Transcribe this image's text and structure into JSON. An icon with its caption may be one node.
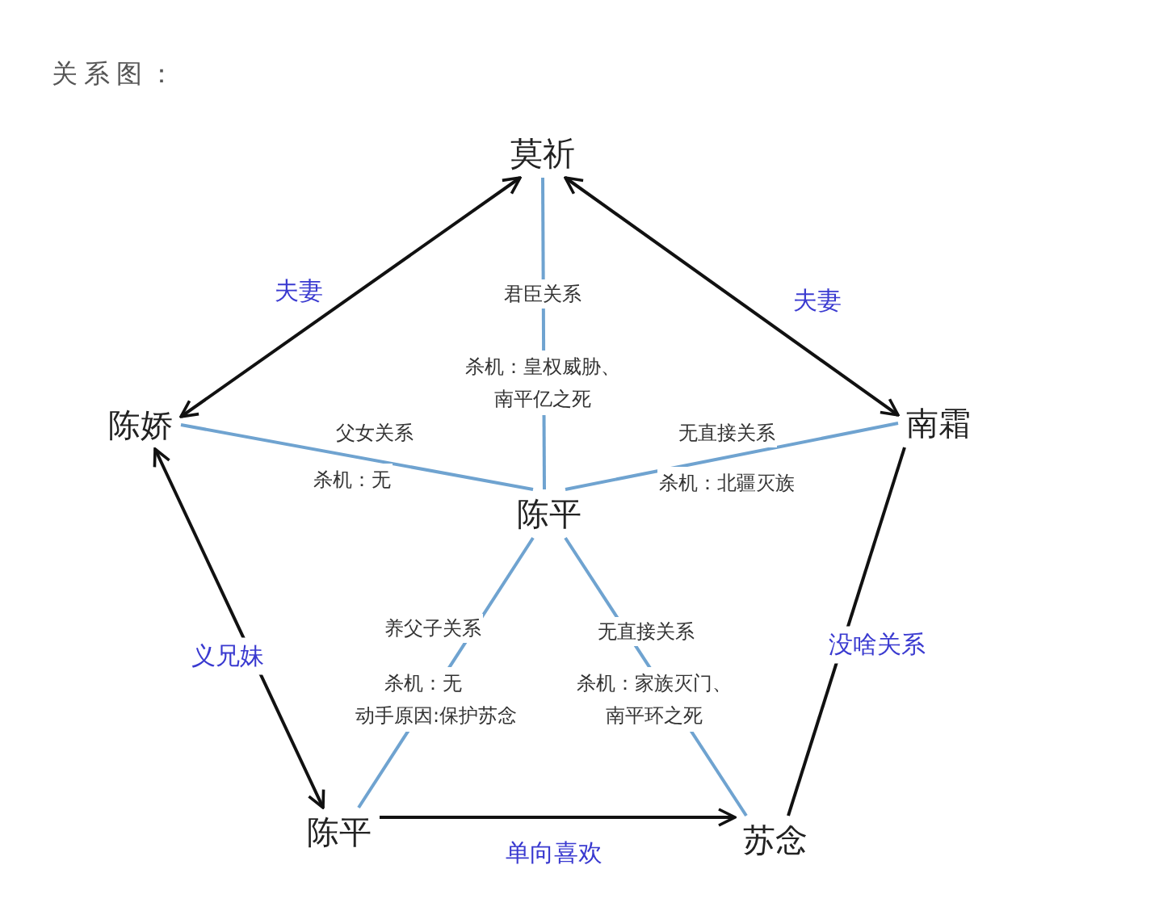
{
  "diagram": {
    "title": "关系图：",
    "nodes": [
      {
        "text": [
          "莫祈"
        ]
      },
      {
        "text": [
          "陈娇"
        ]
      },
      {
        "text": [
          "陈平"
        ]
      },
      {
        "text": [
          "南霜"
        ]
      },
      {
        "text": [
          "陈平"
        ]
      },
      {
        "text": [
          "苏念"
        ]
      }
    ],
    "edges": [
      {
        "from": 2,
        "to": 0,
        "arrow": "none",
        "label": "君臣关系",
        "color": "#6fa3d0"
      },
      {
        "from": 2,
        "to": 1,
        "arrow": "none",
        "label": "父女关系",
        "color": "#6fa3d0"
      },
      {
        "from": 2,
        "to": 3,
        "arrow": "none",
        "label": "无直接关系",
        "color": "#6fa3d0"
      },
      {
        "from": 2,
        "to": 4,
        "arrow": "none",
        "label": "养父子关系",
        "color": "#6fa3d0"
      },
      {
        "from": 2,
        "to": 5,
        "arrow": "none",
        "label": "无直接关系",
        "color": "#6fa3d0"
      },
      {
        "from": 1,
        "to": 0,
        "arrow": "both",
        "label": "夫妻",
        "color": "#111111"
      },
      {
        "from": 0,
        "to": 3,
        "arrow": "both",
        "label": "夫妻",
        "color": "#111111"
      },
      {
        "from": 3,
        "to": 5,
        "arrow": "none",
        "label": "没啥关系",
        "color": "#111111"
      },
      {
        "from": 4,
        "to": 5,
        "arrow": "to",
        "label": "单向喜欢",
        "color": "#111111"
      },
      {
        "from": 1,
        "to": 4,
        "arrow": "both",
        "label": "义兄妹",
        "color": "#111111"
      }
    ],
    "labels": [
      "杀机：皇权威胁、南平亿之死",
      "杀机：无",
      "杀机：北疆灭族",
      "杀机：无",
      "动手原因:保护苏念",
      "杀机：家族灭门、南平环之死"
    ]
  }
}
